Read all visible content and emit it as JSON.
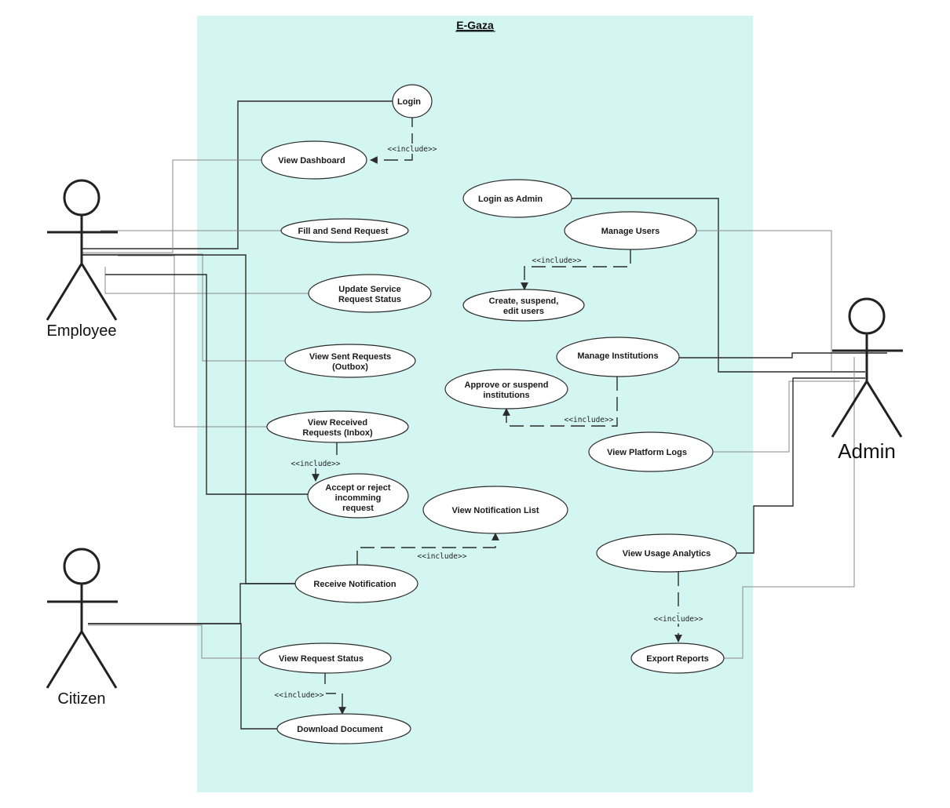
{
  "system": {
    "title": "E-Gaza",
    "boundary_color": "#d4f6f2"
  },
  "actors": {
    "employee": "Employee",
    "citizen": "Citizen",
    "admin": "Admin"
  },
  "use_cases": {
    "login": "Login",
    "view_dashboard": "View Dashboard",
    "fill_send_request": "Fill and Send Request",
    "update_status_1": "Update Service",
    "update_status_2": "Request Status",
    "view_sent_1": "View Sent Requests",
    "view_sent_2": "(Outbox)",
    "view_received_1": "View Received",
    "view_received_2": "Requests (Inbox)",
    "accept_reject_1": "Accept or reject",
    "accept_reject_2": "incomming",
    "accept_reject_3": "request",
    "view_notification_list": "View Notification List",
    "receive_notification": "Receive Notification",
    "view_request_status": "View Request Status",
    "download_document": "Download Document",
    "login_admin": "Login as Admin",
    "manage_users": "Manage Users",
    "create_suspend_1": "Create, suspend,",
    "create_suspend_2": "edit users",
    "manage_institutions": "Manage Institutions",
    "approve_suspend_1": "Approve or suspend",
    "approve_suspend_2": "institutions",
    "view_platform_logs": "View Platform Logs",
    "view_usage_analytics": "View Usage Analytics",
    "export_reports": "Export Reports"
  },
  "relations": {
    "include": "<<include>>"
  }
}
